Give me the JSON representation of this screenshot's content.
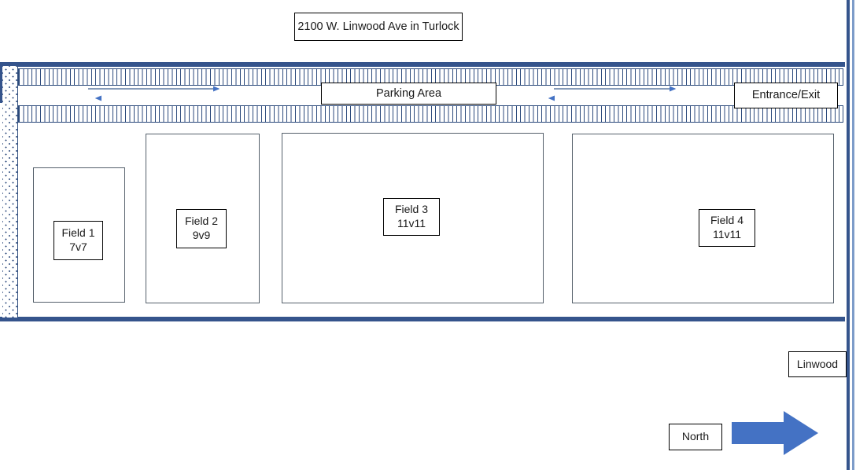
{
  "title": {
    "text": "2100 W. Linwood Ave in Turlock"
  },
  "parking": {
    "label": "Parking Area",
    "entrance_label": "Entrance/Exit",
    "stall_bands": [
      {
        "name": "north-stall-row"
      },
      {
        "name": "south-stall-row"
      }
    ],
    "aisles": [
      {
        "name": "west-drive-aisle",
        "directions": [
          "right",
          "left"
        ]
      },
      {
        "name": "east-drive-aisle",
        "directions": [
          "right",
          "left"
        ]
      }
    ]
  },
  "fields": [
    {
      "name": "Field 1",
      "format": "7v7",
      "label": "Field 1\n7v7"
    },
    {
      "name": "Field 2",
      "format": "9v9",
      "label": "Field 2\n9v9"
    },
    {
      "name": "Field 3",
      "format": "11v11",
      "label": "Field 3\n11v11"
    },
    {
      "name": "Field 4",
      "format": "11v11",
      "label": "Field 4\n11v11"
    }
  ],
  "street": {
    "label": "Linwood"
  },
  "compass": {
    "label": "North",
    "direction": "right"
  },
  "colors": {
    "boundary_blue": "#35548c",
    "street_blue_light": "#7d9cc9",
    "arrow_blue": "#4472c4",
    "stall_line": "#2c4a7c",
    "field_outline": "#55606b",
    "label_border": "#000000",
    "background": "#ffffff"
  }
}
